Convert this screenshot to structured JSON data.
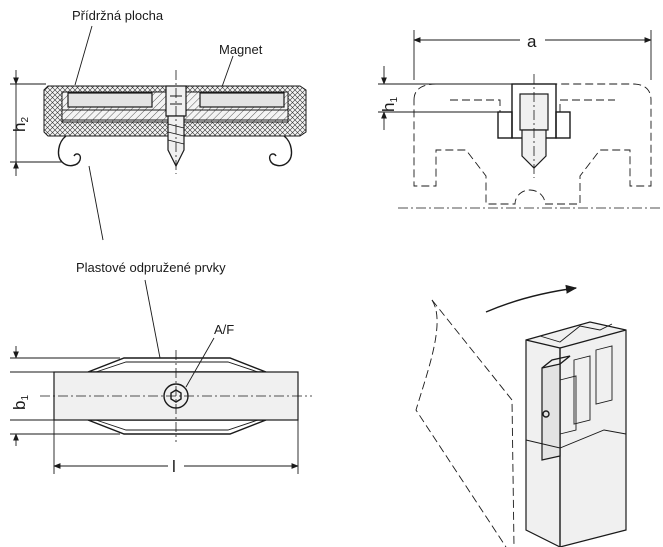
{
  "labels": {
    "holding_surface": "Přídržná plocha",
    "magnet": "Magnet",
    "spring_elements": "Plastové odpružené prvky",
    "wrench_size": "A/F"
  },
  "dimensions": {
    "a": "a",
    "h1": "h",
    "h1_sub": "1",
    "h2": "h",
    "h2_sub": "2",
    "b1": "b",
    "b1_sub": "1",
    "l": "l"
  }
}
